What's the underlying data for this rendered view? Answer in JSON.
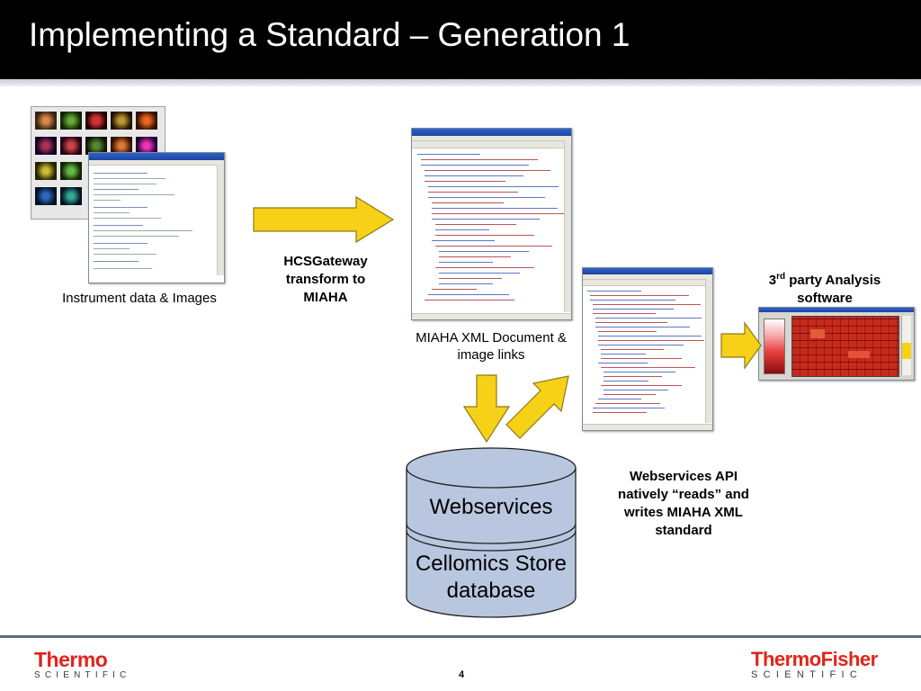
{
  "slide": {
    "title": "Implementing a Standard – Generation 1",
    "page_number": "4"
  },
  "labels": {
    "instrument": "Instrument data & Images",
    "hcsgateway": [
      "HCSGateway",
      "transform to",
      "MIAHA"
    ],
    "miaha_doc": [
      "MIAHA XML Document &",
      "image links"
    ],
    "third_party_main": "3",
    "third_party_sup": "rd",
    "third_party_rest": " party Analysis",
    "third_party_line2": "software",
    "webservices_api": [
      "Webservices API",
      "natively “reads”  and",
      "writes MIAHA XML",
      "standard"
    ]
  },
  "database": {
    "top_label": "Webservices",
    "bottom_label": [
      "Cellomics Store",
      "database"
    ]
  },
  "logos": {
    "left_word": "Thermo",
    "left_sub": "SCIENTIFIC",
    "right_word": "ThermoFisher",
    "right_sub": "SCIENTIFIC"
  },
  "colors": {
    "arrow_fill": "#f7d117",
    "arrow_stroke": "#8a7a1a",
    "cylinder_fill": "#b8c7df",
    "brand_red": "#e2231a"
  }
}
